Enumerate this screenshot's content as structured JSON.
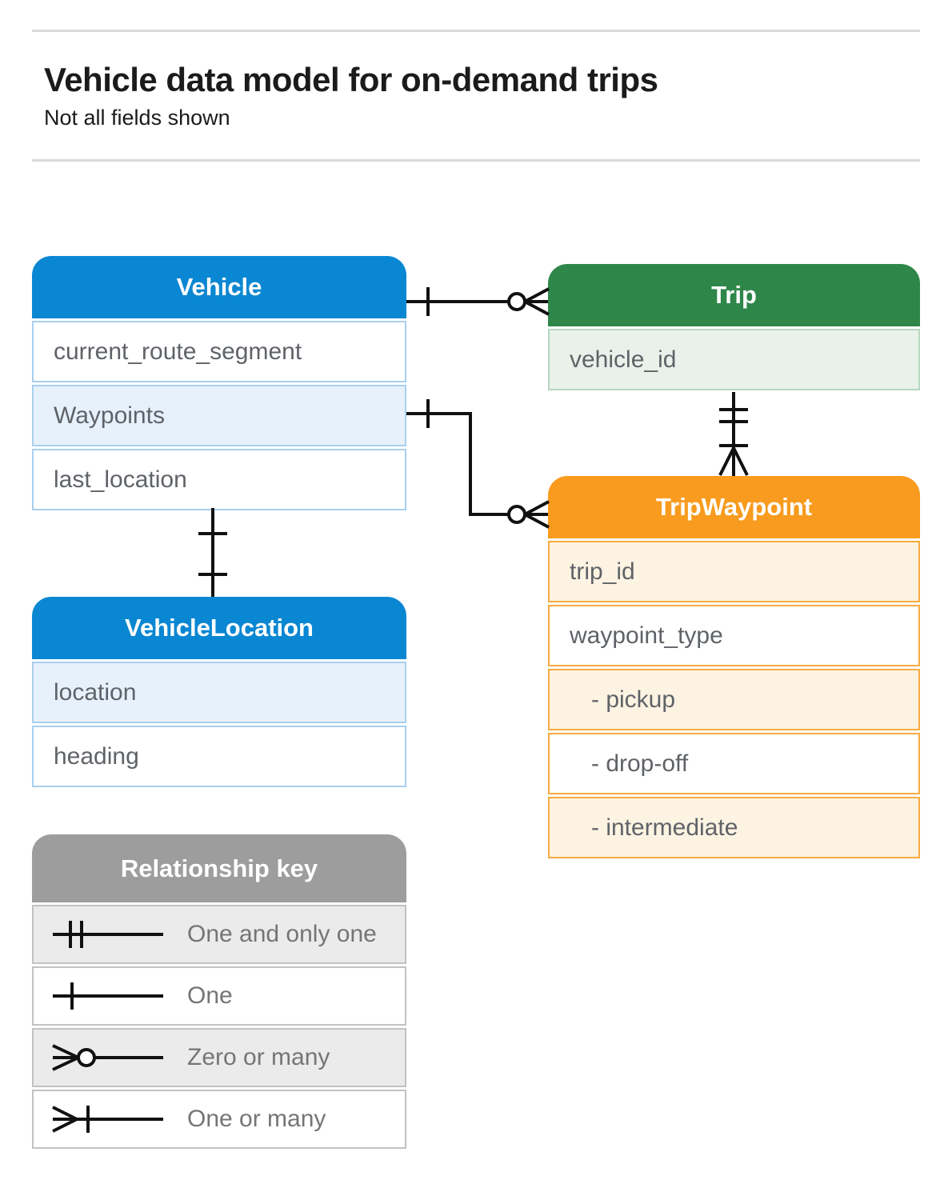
{
  "page": {
    "title": "Vehicle data model for on-demand trips",
    "subtitle": "Not all fields shown"
  },
  "colors": {
    "blue_header": "#0a87d2",
    "blue_row_shaded": "#e7f1fc",
    "blue_border": "#aacfee",
    "green_header": "#2e8749",
    "green_row_shaded": "#e9f2ea",
    "green_border": "#b7d7bf",
    "orange_header": "#f89b1e",
    "orange_row_shaded": "#fdf3e2",
    "orange_border": "#f8ab40",
    "gray_header": "#9d9d9d",
    "gray_row_shaded": "#ebebeb",
    "gray_border": "#c2c2c2",
    "connector_line": "#111111",
    "field_text": "#5f6368"
  },
  "entities": [
    {
      "title": "Vehicle",
      "theme": "blue",
      "fields": [
        {
          "label": "current_route_segment",
          "shaded": false
        },
        {
          "label": "Waypoints",
          "shaded": true
        },
        {
          "label": "last_location",
          "shaded": false
        }
      ]
    },
    {
      "title": "Trip",
      "theme": "green",
      "fields": [
        {
          "label": "vehicle_id",
          "shaded": true
        }
      ]
    },
    {
      "title": "TripWaypoint",
      "theme": "orange",
      "fields": [
        {
          "label": "trip_id",
          "shaded": true
        },
        {
          "label": "waypoint_type",
          "shaded": false
        },
        {
          "label": "- pickup",
          "shaded": true
        },
        {
          "label": "- drop-off",
          "shaded": false
        },
        {
          "label": "- intermediate",
          "shaded": true
        }
      ]
    },
    {
      "title": "VehicleLocation",
      "theme": "blue",
      "fields": [
        {
          "label": "location",
          "shaded": true
        },
        {
          "label": "heading",
          "shaded": false
        }
      ]
    }
  ],
  "relationships": [
    {
      "from": "Vehicle",
      "to": "Trip",
      "from_cardinality": "one",
      "to_cardinality": "zero or many"
    },
    {
      "from": "Vehicle.Waypoints",
      "to": "TripWaypoint",
      "from_cardinality": "one",
      "to_cardinality": "zero or many"
    },
    {
      "from": "Trip",
      "to": "TripWaypoint",
      "from_cardinality": "one and only one",
      "to_cardinality": "one or many"
    },
    {
      "from": "Vehicle",
      "to": "VehicleLocation",
      "from_cardinality": "one",
      "to_cardinality": "one"
    }
  ],
  "legend": {
    "title": "Relationship key",
    "items": [
      {
        "icon": "one-and-only-one-icon",
        "label": "One and only one",
        "shaded": true
      },
      {
        "icon": "one-icon",
        "label": "One",
        "shaded": false
      },
      {
        "icon": "zero-or-many-icon",
        "label": "Zero or many",
        "shaded": true
      },
      {
        "icon": "one-or-many-icon",
        "label": "One or many",
        "shaded": false
      }
    ]
  }
}
